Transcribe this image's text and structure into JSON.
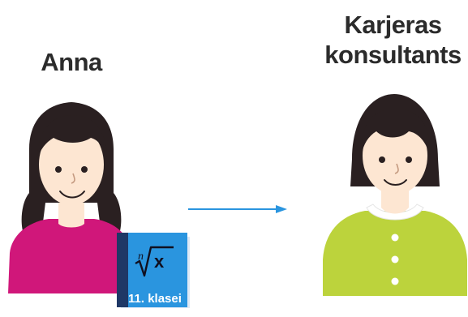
{
  "people": {
    "student": {
      "name": "Anna"
    },
    "consultant": {
      "name_line1": "Karjeras",
      "name_line2": "konsultants"
    }
  },
  "book": {
    "math_index": "n",
    "math_var": "x",
    "label": "11. klasei"
  },
  "colors": {
    "student_shirt": "#d0177a",
    "consultant_shirt": "#bcd33c",
    "hair": "#2a2021",
    "skin": "#fde6d2",
    "book": "#2a95df",
    "book_spine": "#1f3866",
    "arrow": "#2a95df"
  }
}
